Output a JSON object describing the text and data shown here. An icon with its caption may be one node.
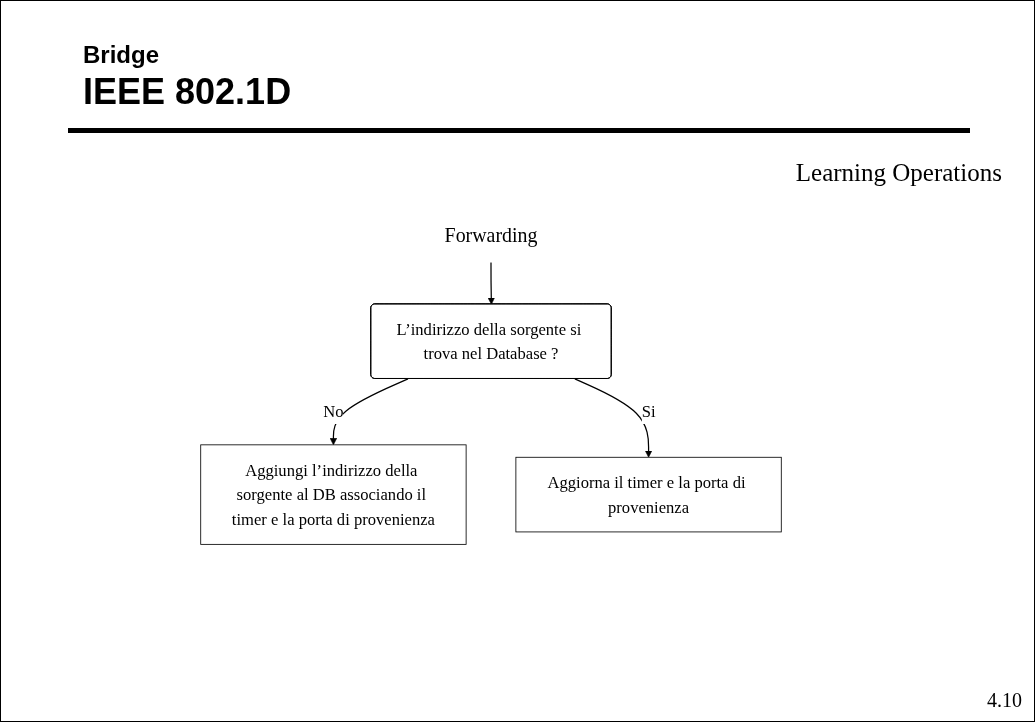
{
  "diagram": {
    "title": "IEEE 802.1D",
    "nodes": [
      {
        "text": [
          "Forwarding"
        ]
      },
      {
        "text": [
          "L’indirizzo della sorgente si trova nel Database ?"
        ]
      },
      {
        "text": [
          "Aggiungi l’indirizzo della sorgente al DB associando il timer e la porta di provenienza"
        ]
      },
      {
        "text": [
          "Aggiorna il timer e la porta di provenienza"
        ]
      }
    ],
    "edges": [
      {
        "from": 0,
        "to": 1,
        "arrow": "to"
      },
      {
        "from": 1,
        "to": 2,
        "arrow": "to",
        "label": "No"
      },
      {
        "from": 1,
        "to": 3,
        "arrow": "to",
        "label": "Si"
      }
    ],
    "labels": [
      "Bridge",
      "Learning Operations",
      "4.10"
    ]
  }
}
